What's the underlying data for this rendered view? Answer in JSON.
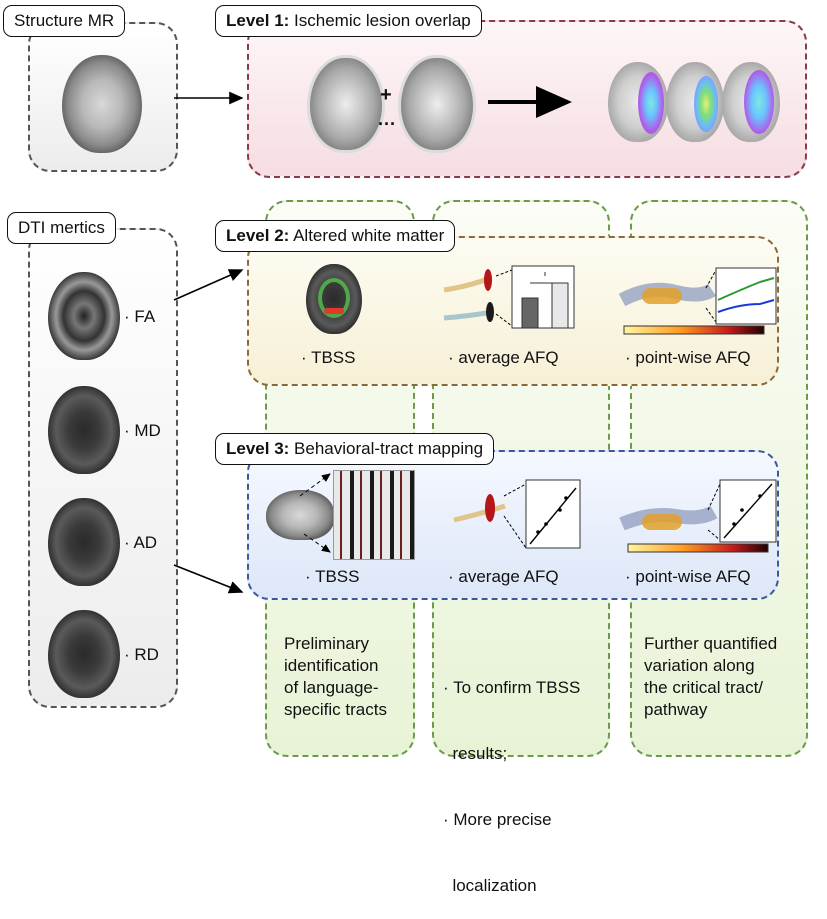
{
  "tags": {
    "structure_mr": "Structure MR",
    "dti_metrics": "DTI mertics",
    "level1_prefix": "Level 1:",
    "level1_text": " Ischemic lesion overlap",
    "level2_prefix": "Level 2:",
    "level2_text": " Altered white matter",
    "level3_prefix": "Level 3:",
    "level3_text": " Behavioral-tract mapping"
  },
  "dti_labels": [
    "· FA",
    "· MD",
    "· AD",
    "· RD"
  ],
  "level1": {
    "plus": "+",
    "dots": "···"
  },
  "level2_labels": [
    "· TBSS",
    "· average AFQ",
    "· point-wise AFQ"
  ],
  "level3_labels": [
    "· TBSS",
    "· average AFQ",
    "· point-wise AFQ"
  ],
  "notes": {
    "col1": [
      "Preliminary",
      "identification",
      "of language-",
      "specific tracts"
    ],
    "col2": [
      "· To confirm TBSS",
      "  results;",
      "· More precise",
      "  localization"
    ],
    "col3": [
      "Further quantified",
      "variation along",
      "the critical tract/",
      "pathway"
    ]
  },
  "colors": {
    "level1_border": "#8a3a48",
    "level2_border": "#8a6a3a",
    "level3_border": "#3a5a9a",
    "column_border": "#6a9a4a"
  }
}
